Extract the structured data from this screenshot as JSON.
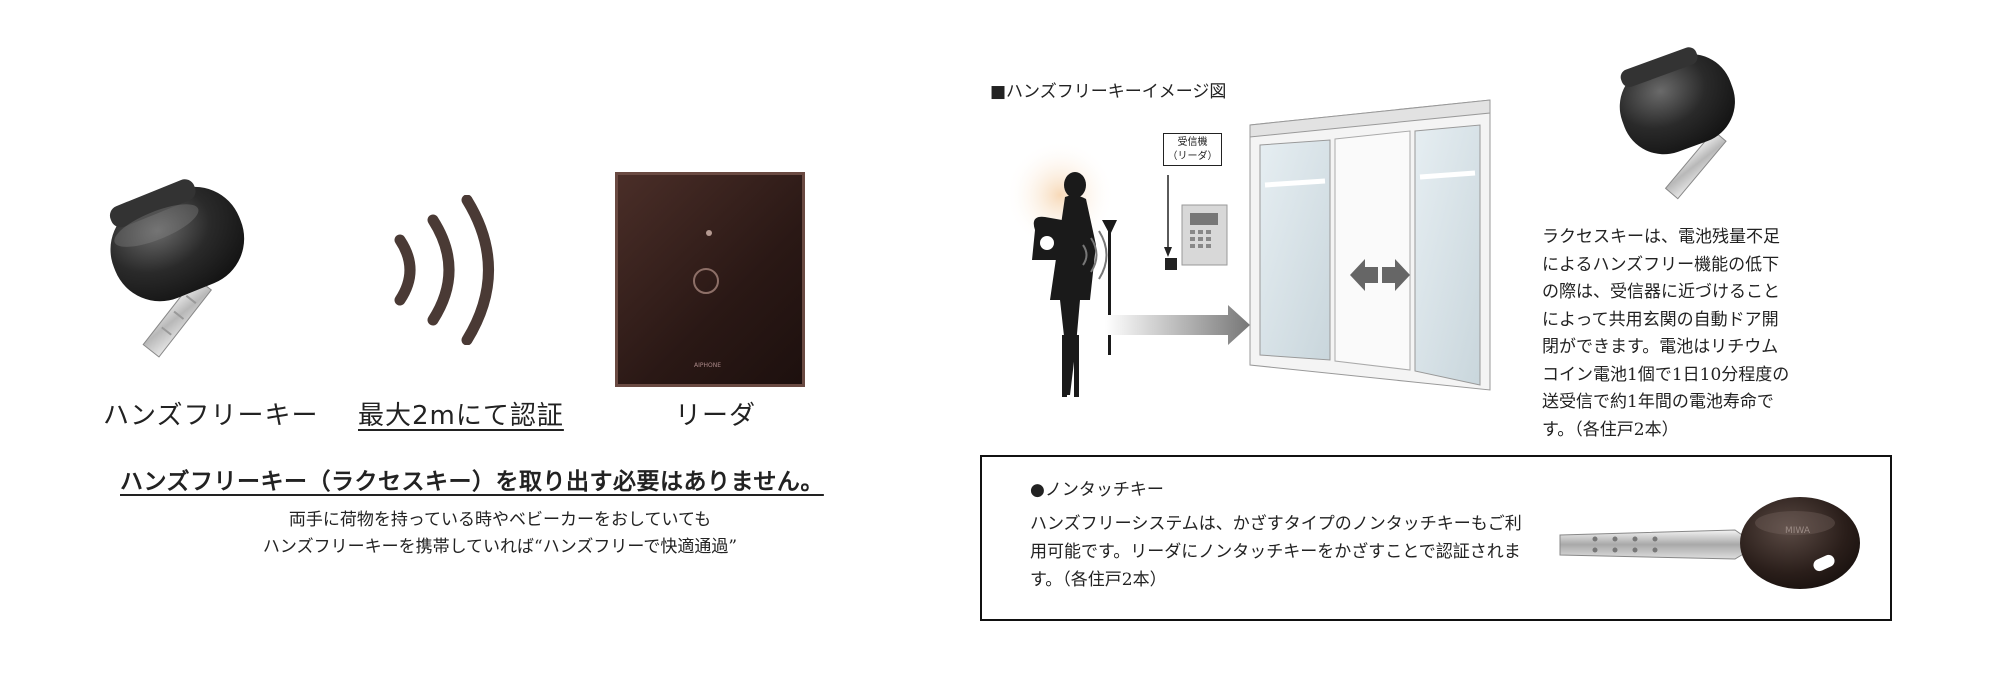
{
  "left": {
    "caption_handsfree": "ハンズフリーキー",
    "caption_auth": "最大2mにて認証",
    "caption_reader": "リーダ",
    "headline": "ハンズフリーキー（ラクセスキー）を取り出す必要はありません。",
    "sub_line1": "両手に荷物を持っている時やベビーカーをおしていても",
    "sub_line2": "ハンズフリーキーを携帯していれば“ハンズフリーで快適通過”",
    "reader_brand": "AIPHONE"
  },
  "diagram": {
    "title": "■ハンズフリーキーイメージ図",
    "receiver_line1": "受信機",
    "receiver_line2": "（リーダ）"
  },
  "recess": {
    "description": "ラクセスキーは、電池残量不足によるハンズフリー機能の低下の際は、受信器に近づけることによって共用玄関の自動ドア開閉ができます。電池はリチウムコイン電池1個で1日10分程度の送受信で約1年間の電池寿命です。（各住戸2本）"
  },
  "notouch": {
    "title": "●ノンタッチキー",
    "description": "ハンズフリーシステムは、かざすタイプのノンタッチキーもご利用可能です。リーダにノンタッチキーをかざすことで認証されます。（各住戸2本）",
    "key_brand": "MIWA"
  }
}
